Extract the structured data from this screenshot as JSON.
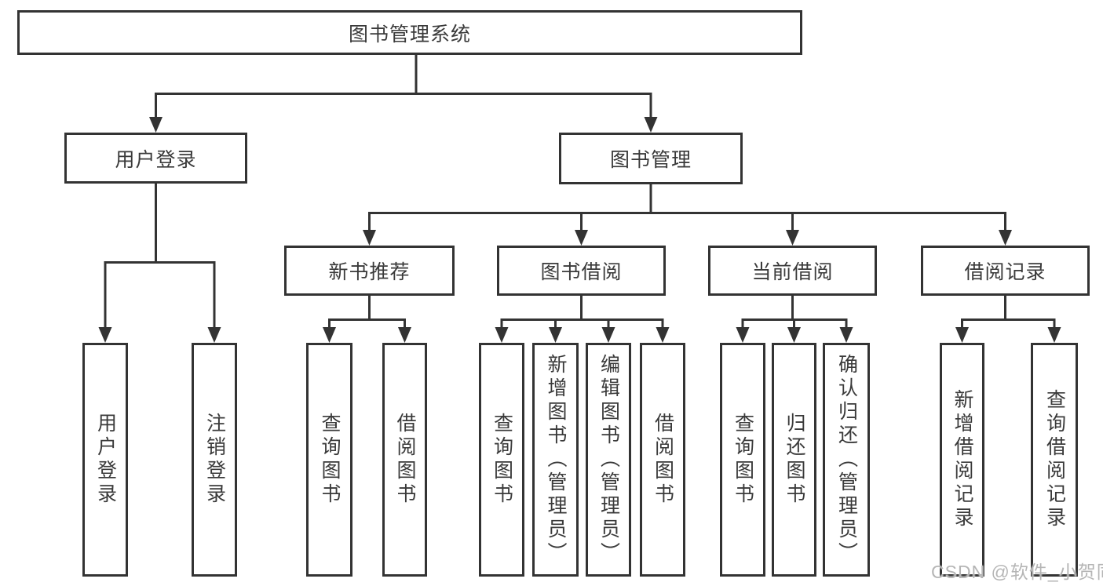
{
  "diagram": {
    "title": "图书管理系统",
    "branches": [
      {
        "label": "用户登录",
        "children": [
          {
            "label": "用户登录"
          },
          {
            "label": "注销登录"
          }
        ]
      },
      {
        "label": "图书管理",
        "children": [
          {
            "label": "新书推荐",
            "children": [
              {
                "label": "查询图书"
              },
              {
                "label": "借阅图书"
              }
            ]
          },
          {
            "label": "图书借阅",
            "children": [
              {
                "label": "查询图书"
              },
              {
                "label": "新增图书（管理员）"
              },
              {
                "label": "编辑图书（管理员）"
              },
              {
                "label": "借阅图书"
              }
            ]
          },
          {
            "label": "当前借阅",
            "children": [
              {
                "label": "查询图书"
              },
              {
                "label": "归还图书"
              },
              {
                "label": "确认归还（管理员）"
              }
            ]
          },
          {
            "label": "借阅记录",
            "children": [
              {
                "label": "新增借阅记录"
              },
              {
                "label": "查询借阅记录"
              }
            ]
          }
        ]
      }
    ]
  },
  "watermark": "CSDN @软件_小贺同学",
  "colors": {
    "line": "#333333",
    "box_border": "#333333",
    "text": "#3a3a3a",
    "watermark": "#b5b5b5",
    "background": "#ffffff"
  }
}
